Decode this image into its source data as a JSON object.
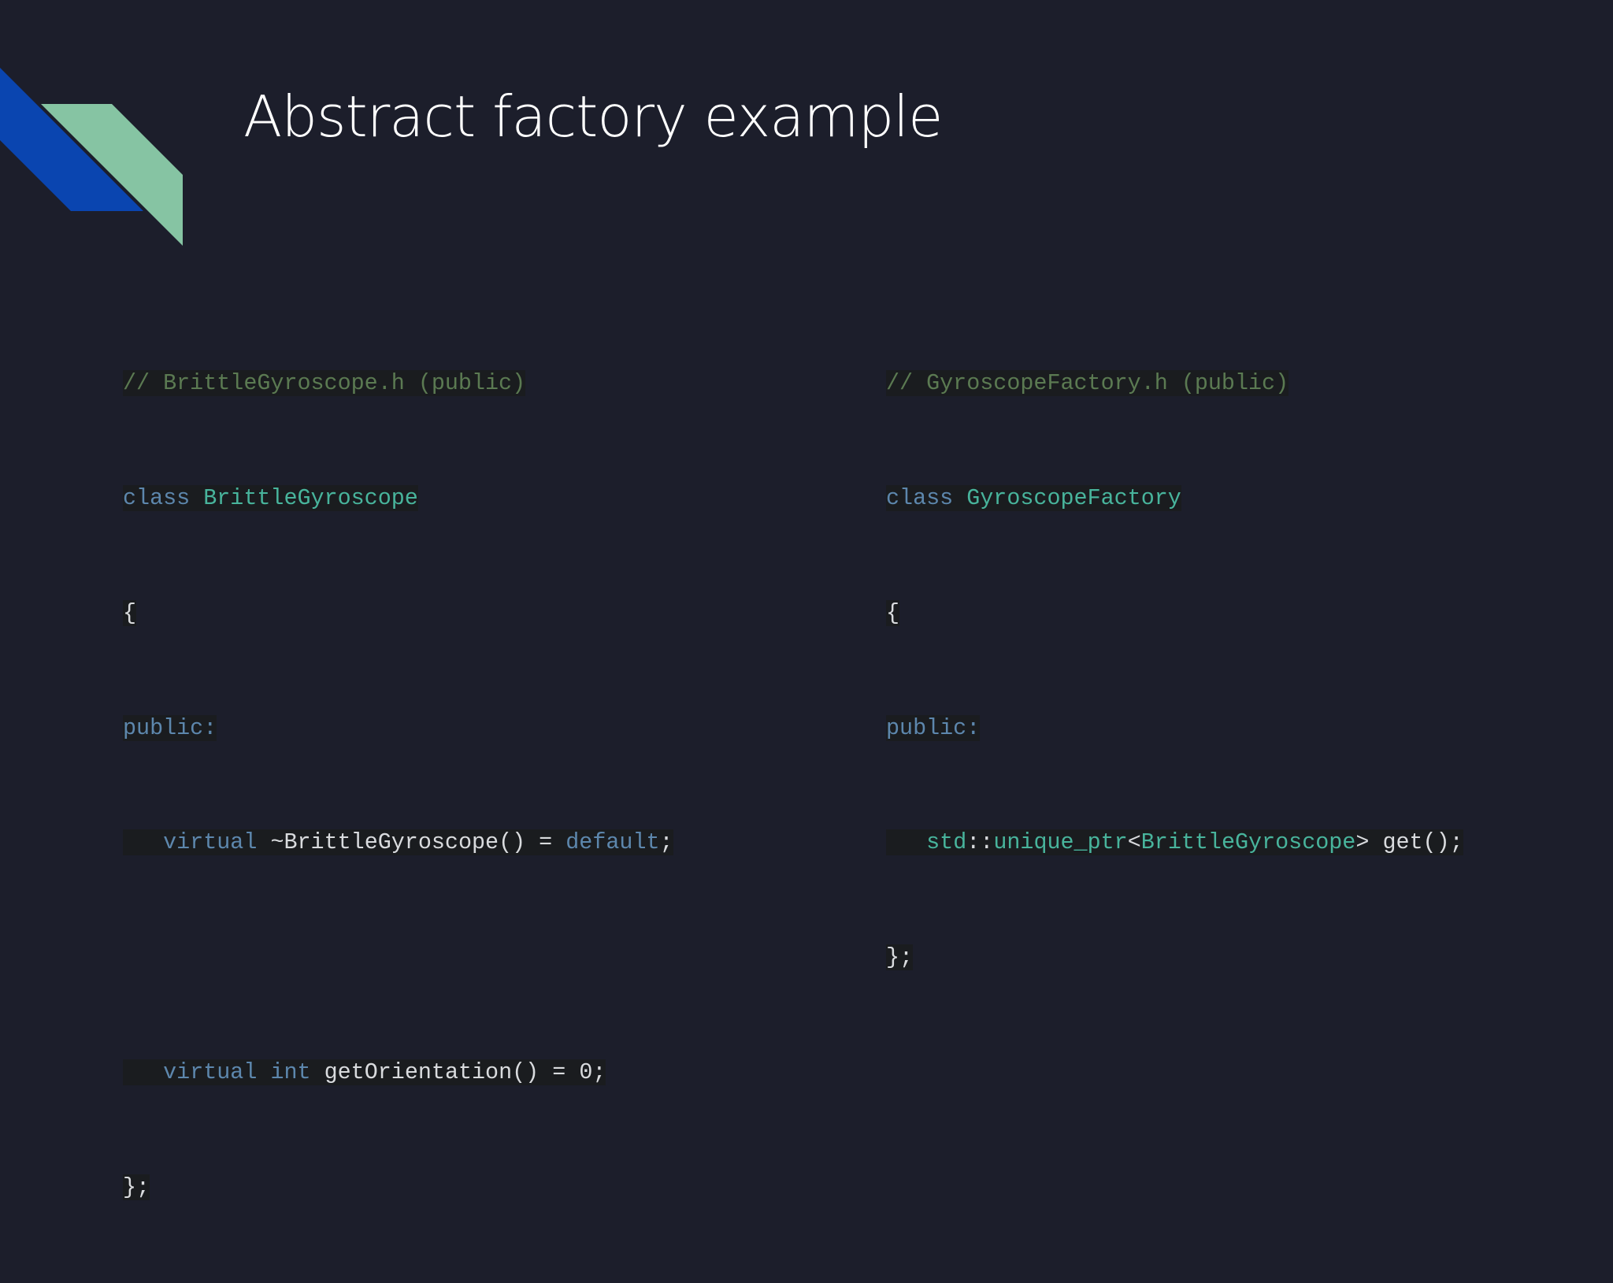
{
  "slide": {
    "title": "Abstract factory example"
  },
  "colors": {
    "background": "#1c1e2b",
    "accent_blue": "#0a45b0",
    "accent_green": "#86c4a3",
    "title_text": "#ffffff",
    "code_comment": "#5b7a52",
    "code_keyword": "#5d87ad",
    "code_type": "#48b49c",
    "code_plain": "#d9dbde"
  },
  "code_left": {
    "l1_comment": "// BrittleGyroscope.h (public)",
    "l2_class_kw": "class",
    "l2_class_name": "BrittleGyroscope",
    "l3_brace": "{",
    "l4_access": "public:",
    "l5_indent": "   ",
    "l5_virtual": "virtual",
    "l5_dtor": "~BrittleGyroscope() = ",
    "l5_default": "default",
    "l5_end": ";",
    "l7_indent": "   ",
    "l7_virtual": "virtual",
    "l7_int": "int",
    "l7_method": "getOrientation() = 0;",
    "l8_close": "};"
  },
  "code_right": {
    "l1_comment": "// GyroscopeFactory.h (public)",
    "l2_class_kw": "class",
    "l2_class_name": "GyroscopeFactory",
    "l3_brace": "{",
    "l4_access": "public:",
    "l5_indent": "   ",
    "l5_std": "std",
    "l5_scope": "::",
    "l5_unique_ptr": "unique_ptr",
    "l5_lt": "<",
    "l5_type": "BrittleGyroscope",
    "l5_gt": ">",
    "l5_rest": " get();",
    "l6_close": "};"
  }
}
